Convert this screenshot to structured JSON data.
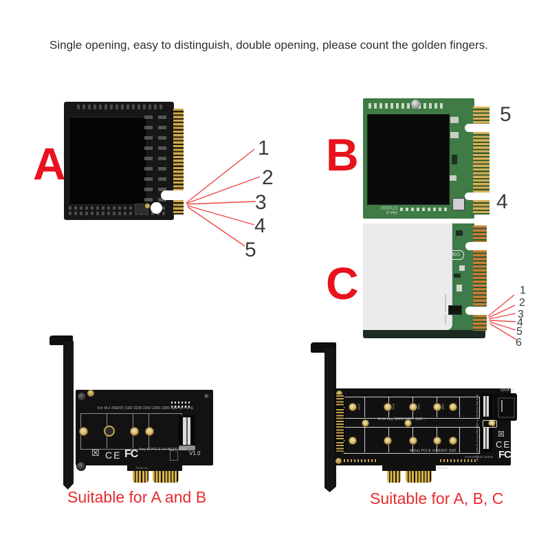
{
  "header": {
    "text": "Single opening, easy to distinguish, double opening, please count the golden fingers."
  },
  "colors": {
    "accent_red": "#e8121d",
    "annotation_line_red": "#ef4646",
    "number_gray": "#3a3a3a",
    "gold": "#d2a94e",
    "copper": "#c67e34",
    "pcb_green": "#3e7b45",
    "pcb_black": "#121212"
  },
  "sections": {
    "a": {
      "label": "A",
      "numbers": [
        "1",
        "2",
        "3",
        "4",
        "5"
      ]
    },
    "b": {
      "label": "B",
      "numbers": [
        "5",
        "4"
      ],
      "silkscreen_line1": "34A-8",
      "silkscreen_line2": "ET03202"
    },
    "c": {
      "label": "C",
      "numbers": [
        "1",
        "2",
        "3",
        "4",
        "5",
        "6"
      ],
      "silkscreen": "COMP"
    }
  },
  "marks": {
    "ce": "CE",
    "fcc": "FC",
    "weee": "☒"
  },
  "adapters": {
    "left": {
      "caption": "Suitable for A and B",
      "board_text": "For M.2 (NGFF) SSD 2230 2242 2260 2280 SSD to PCI-E",
      "slot_text": "Key M PCI-E X4 NGFF SSD →",
      "version": "V1.0",
      "edge_label": "PCI-E 4X"
    },
    "right": {
      "caption": "Suitable for A, B, C",
      "middle_text": "B+M Key SATA NGFF SSD→",
      "bottom_text": "M Key PCI-E X4 NGFF SSD →",
      "sata_label": "SATA IN",
      "model_text": "PCEM2FF-N01 VER06",
      "edge_label": "PCI-E 4X",
      "standoff_labels": [
        "2230",
        "2242",
        "2260",
        "2280"
      ]
    }
  }
}
